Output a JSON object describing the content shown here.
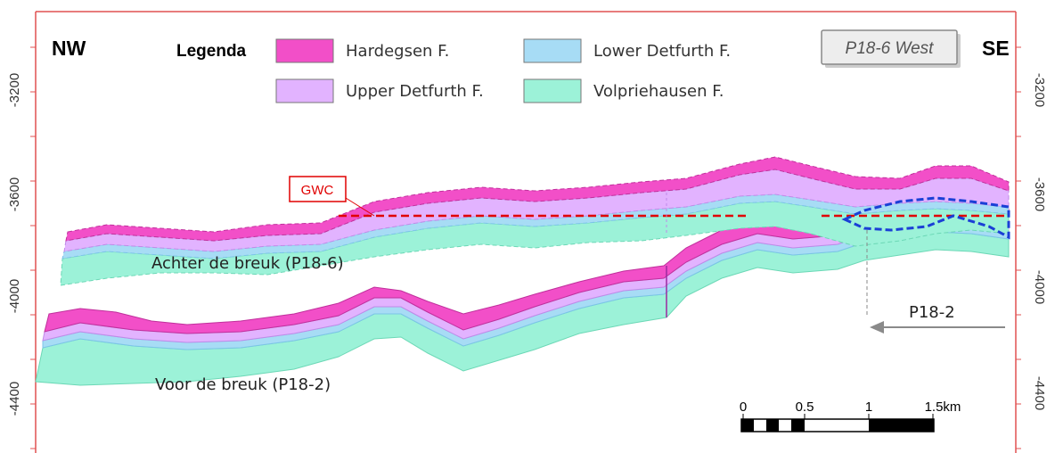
{
  "colors": {
    "frame": "#e05050",
    "hardegsen": "#f24fc8",
    "upper_detfurth": "#e2b3ff",
    "lower_detfurth": "#a7dcf5",
    "volpriehausen": "#9cf2d8",
    "gwc": "#e00000",
    "closure": "#1a3fd6",
    "arrow": "#8a8a8a"
  },
  "corners": {
    "left": "NW",
    "right": "SE"
  },
  "legend": {
    "title": "Legenda",
    "items": [
      {
        "label": "Hardegsen F.",
        "color": "#f24fc8"
      },
      {
        "label": "Lower Detfurth F.",
        "color": "#a7dcf5"
      },
      {
        "label": "Upper Detfurth F.",
        "color": "#e2b3ff"
      },
      {
        "label": "Volpriehausen F.",
        "color": "#9cf2d8"
      }
    ]
  },
  "well_tag": "P18-6 West",
  "axes": {
    "left_ticks": [
      "-3200",
      "-3600",
      "-4000",
      "-4400"
    ],
    "right_ticks": [
      "-3200",
      "-3600",
      "-4000",
      "-4400"
    ]
  },
  "labels": {
    "gwc": "GWC",
    "upper_block": "Achter de breuk (P18-6)",
    "lower_block": "Voor de breuk (P18-2)",
    "arrow": "P18-2"
  },
  "scale_bar": {
    "ticks": [
      "0",
      "0.5",
      "1",
      "1.5km"
    ]
  }
}
